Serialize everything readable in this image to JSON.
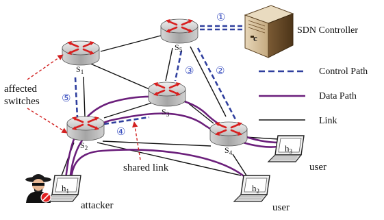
{
  "legend": {
    "control_path": "Control Path",
    "data_path": "Data Path",
    "link": "Link"
  },
  "controller": {
    "label": "SDN Controller",
    "box_letter": "c"
  },
  "switches": {
    "s1": {
      "base": "S",
      "sub": "1"
    },
    "s2": {
      "base": "S",
      "sub": "2"
    },
    "s3": {
      "base": "S",
      "sub": "3"
    },
    "s4": {
      "base": "S",
      "sub": "4"
    },
    "s5": {
      "base": "S",
      "sub": "5"
    }
  },
  "hosts": {
    "h1": {
      "base": "h",
      "sub": "1"
    },
    "h2": {
      "base": "h",
      "sub": "2"
    },
    "h3": {
      "base": "h",
      "sub": "3"
    }
  },
  "labels": {
    "attacker": "attacker",
    "user_h2": "user",
    "user_h3": "user",
    "affected_line1": "affected",
    "affected_line2": "switches",
    "shared_link": "shared link"
  },
  "steps": [
    "①",
    "②",
    "③",
    "④",
    "⑤"
  ],
  "colors": {
    "control_path": "#2f3f9e",
    "data_path": "#6b1f7b",
    "link": "#111111",
    "annotation_arrow": "#d22020",
    "step_number": "#3a4fc0",
    "switch_body": "#b8b8b8",
    "switch_arrows": "#d81f1f"
  }
}
